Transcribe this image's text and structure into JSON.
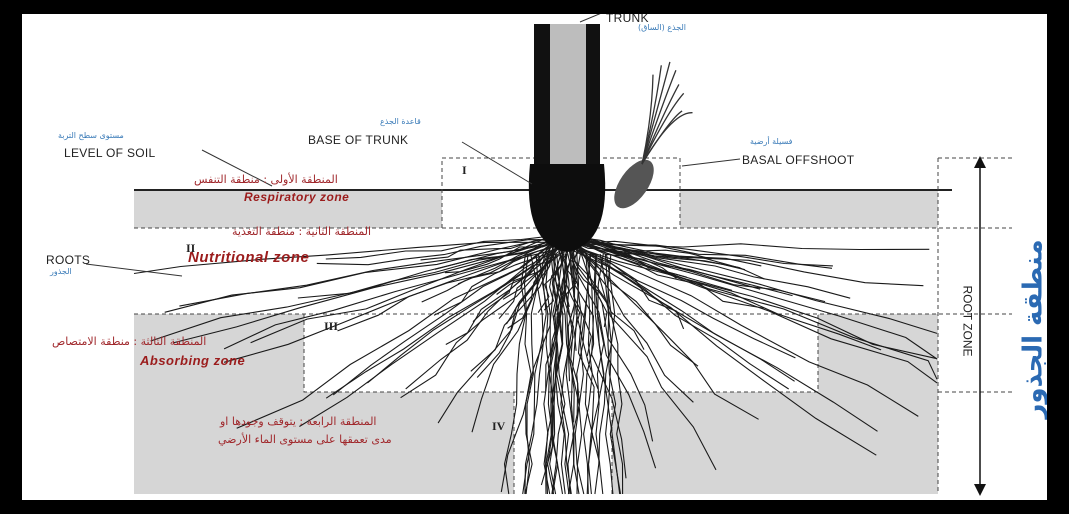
{
  "labels": {
    "trunk": "TRUNK",
    "trunk_ar": "الجذع (الساق)",
    "base_of_trunk": "BASE OF TRUNK",
    "base_of_trunk_ar": "قاعدة الجذع",
    "level_of_soil": "LEVEL OF SOIL",
    "level_of_soil_ar": "مستوى سطح التربة",
    "basal_offshoot": "BASAL OFFSHOOT",
    "basal_offshoot_ar": "فسيلة أرضية",
    "roots": "ROOTS",
    "roots_ar": "الجذور",
    "root_zone": "ROOT ZONE",
    "root_zone_ar": "منطقة الجذور"
  },
  "zones": [
    {
      "numeral": "I",
      "arabic": "المنطقة الأولى : منطقة التنفس",
      "english": "Respiratory zone"
    },
    {
      "numeral": "II",
      "arabic": "المنطقة الثانية : منطقة التغذية",
      "english": "Nutritional zone"
    },
    {
      "numeral": "III",
      "arabic": "المنطقة الثالثة : منطقة الامتصاص",
      "english": "Absorbing zone"
    },
    {
      "numeral": "IV",
      "arabic_line1": "المنطقة الرابعة : يتوقف وجودها او",
      "arabic_line2": "مدى تعمقها على مستوى الماء الأرضي"
    }
  ],
  "colors": {
    "frame": "#000000",
    "soil": "#d6d6d6",
    "trunk": "#111111",
    "zone_red": "#9b1c1c",
    "arabic_blue": "#3a7bb8"
  }
}
